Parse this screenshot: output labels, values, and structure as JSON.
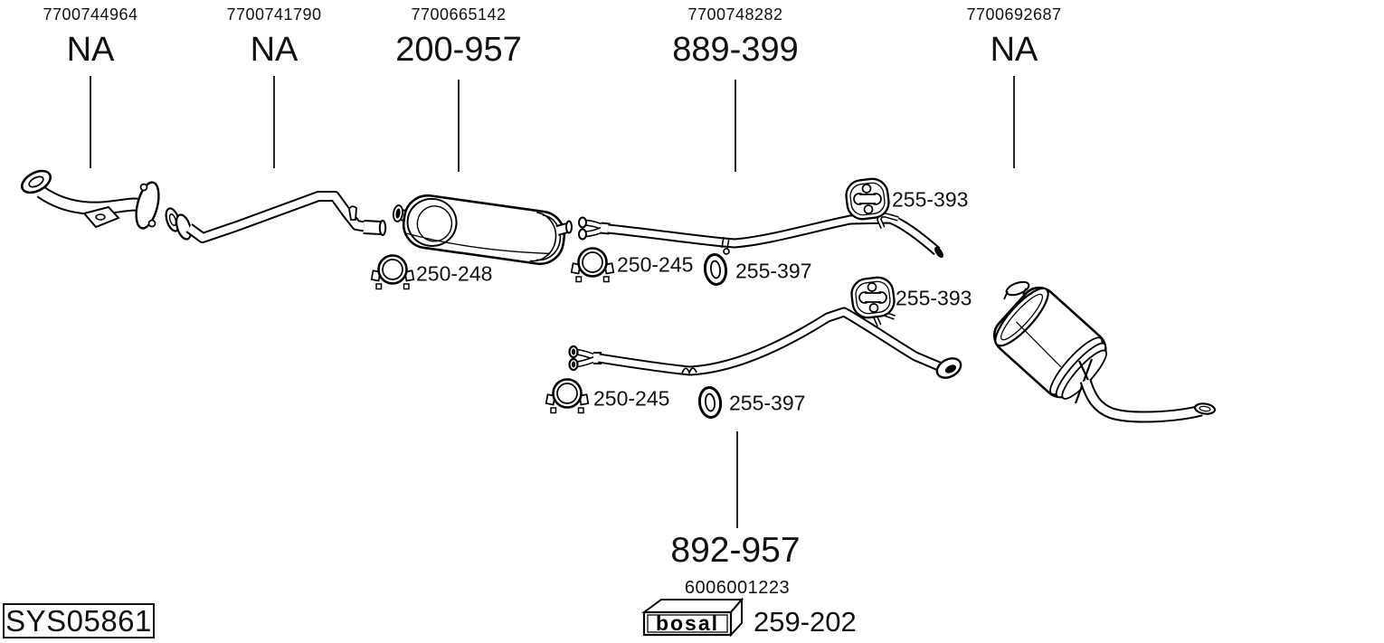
{
  "columns": [
    {
      "part_number": "7700744964",
      "code": "NA"
    },
    {
      "part_number": "7700741790",
      "code": "NA"
    },
    {
      "part_number": "7700665142",
      "code": "200-957"
    },
    {
      "part_number": "7700748282",
      "code": "889-399"
    },
    {
      "part_number": "7700692687",
      "code": "NA"
    }
  ],
  "annotations": [
    {
      "icon": "pipe-clamp-icon",
      "code": "250-248"
    },
    {
      "icon": "pipe-clamp-icon",
      "code": "250-245"
    },
    {
      "icon": "o-ring-icon",
      "code": "255-397"
    },
    {
      "icon": "rubber-hanger-icon",
      "code": "255-393"
    },
    {
      "icon": "rubber-hanger-icon",
      "code": "255-393"
    },
    {
      "icon": "pipe-clamp-icon",
      "code": "250-245"
    },
    {
      "icon": "o-ring-icon",
      "code": "255-397"
    }
  ],
  "rear_assembly": {
    "code": "892-957",
    "reference_number": "6006001223",
    "brand": "bosal",
    "brand_code": "259-202"
  },
  "footer": {
    "system_code": "SYS05861"
  },
  "colors": {
    "line": "#000000",
    "background": "#ffffff"
  }
}
